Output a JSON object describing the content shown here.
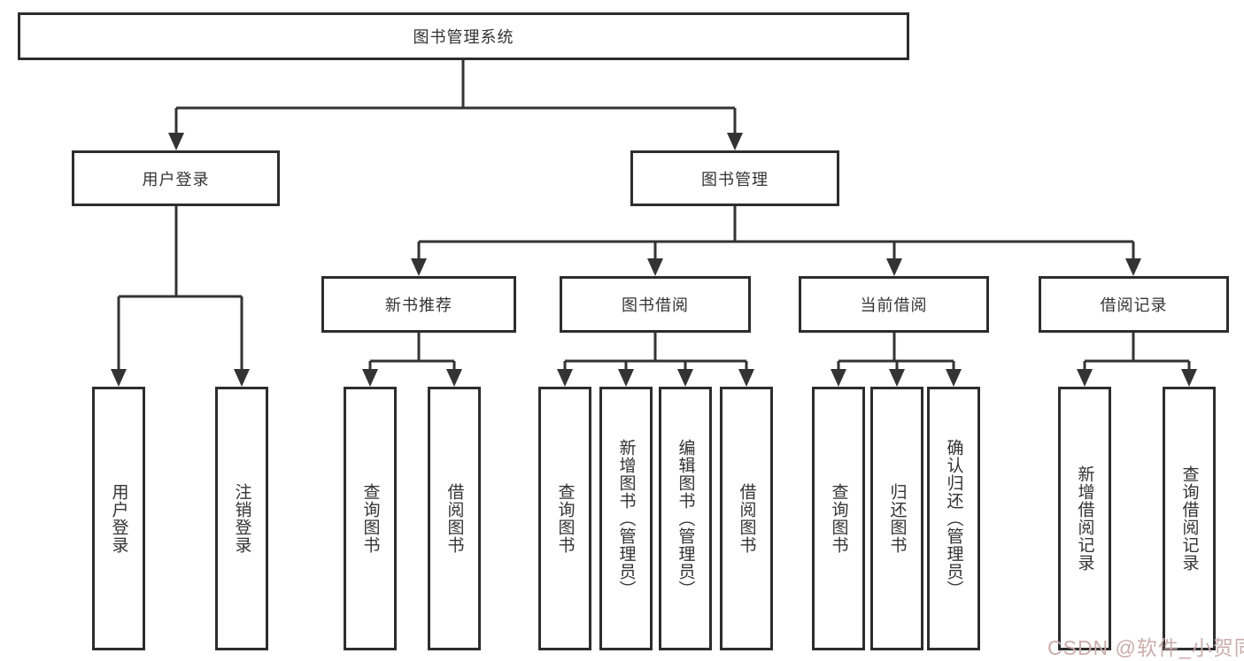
{
  "diagram_title": "图书管理系统",
  "tree": {
    "label": "图书管理系统",
    "children": [
      {
        "label": "用户登录",
        "children": [
          {
            "label": "用户登录"
          },
          {
            "label": "注销登录"
          }
        ]
      },
      {
        "label": "图书管理",
        "children": [
          {
            "label": "新书推荐",
            "children": [
              {
                "label": "查询图书"
              },
              {
                "label": "借阅图书"
              }
            ]
          },
          {
            "label": "图书借阅",
            "children": [
              {
                "label": "查询图书"
              },
              {
                "label": "新增图书（管理员）"
              },
              {
                "label": "编辑图书（管理员）"
              },
              {
                "label": "借阅图书"
              }
            ]
          },
          {
            "label": "当前借阅",
            "children": [
              {
                "label": "查询图书"
              },
              {
                "label": "归还图书"
              },
              {
                "label": "确认归还（管理员）"
              }
            ]
          },
          {
            "label": "借阅记录",
            "children": [
              {
                "label": "新增借阅记录"
              },
              {
                "label": "查询借阅记录"
              }
            ]
          }
        ]
      }
    ]
  },
  "watermark": {
    "text": "CSDN @软件_小贺同学"
  },
  "colors": {
    "line": "#333333",
    "box_border": "#2d2d2d",
    "text": "#333333",
    "watermark": "#c9a8a8",
    "background": "#ffffff"
  }
}
